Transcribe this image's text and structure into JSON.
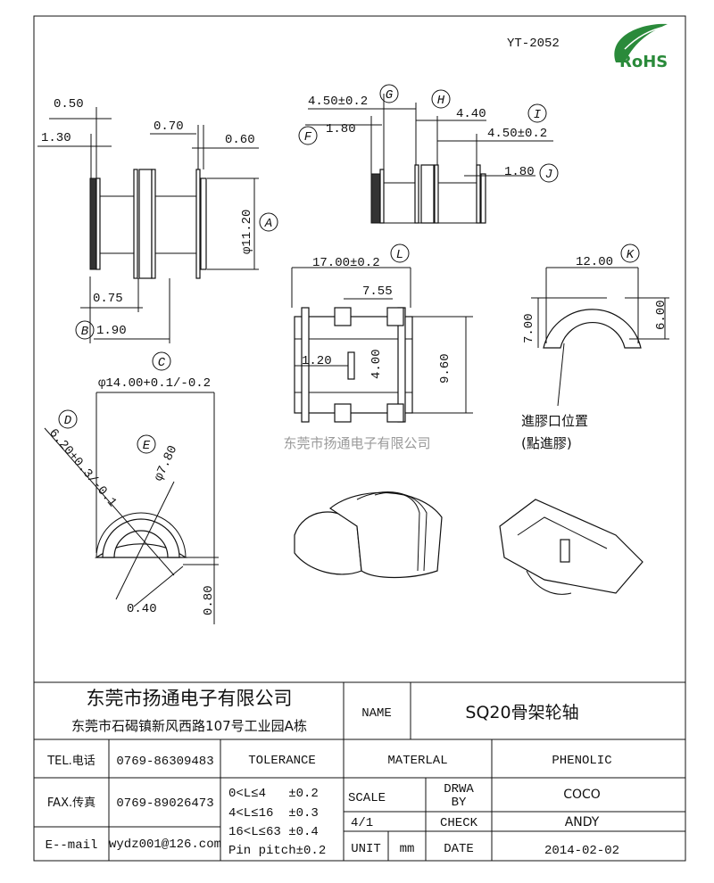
{
  "header": {
    "part_no": "YT-2052",
    "logo_text": "RoHS"
  },
  "watermark": "东莞市扬通电子有限公司",
  "dims": {
    "d050": "0.50",
    "d130": "1.30",
    "d070": "0.70",
    "d060": "0.60",
    "d1120": "φ11.20",
    "d075": "0.75",
    "d190": "1.90",
    "g": "4.50±0.2",
    "f": "1.80",
    "h": "4.40",
    "i": "4.50±0.2",
    "j": "1.80",
    "l": "17.00±0.2",
    "d755": "7.55",
    "d120": "1.20",
    "d400": "4.00",
    "d960": "9.60",
    "k": "12.00",
    "d700": "7.00",
    "d600": "6.00",
    "c": "φ14.00+0.1/-0.2",
    "d": "6.20+0.3/-0.1",
    "e": "φ7.80",
    "d040": "0.40",
    "d080": "0.80"
  },
  "labels": {
    "A": "A",
    "B": "B",
    "C": "C",
    "D": "D",
    "E": "E",
    "F": "F",
    "G": "G",
    "H": "H",
    "I": "I",
    "J": "J",
    "K": "K",
    "L": "L"
  },
  "note": {
    "line1": "進膠口位置",
    "line2": "(點進膠)"
  },
  "title_block": {
    "company": "东莞市扬通电子有限公司",
    "address": "东莞市石碣镇新风西路107号工业园A栋",
    "name_label": "NAME",
    "name_value": "SQ20骨架轮轴",
    "tel_label": "TEL.电话",
    "tel": "0769-86309483",
    "fax_label": "FAX.传真",
    "fax": "0769-89026473",
    "email_label": "E--mail",
    "email": "wydz001@126.com",
    "tolerance_label": "TOLERANCE",
    "tol1": "0<L≤4   ±0.2",
    "tol2": "4<L≤16  ±0.3",
    "tol3": "16<L≤63 ±0.4",
    "tol4": "Pin pitch±0.2",
    "material_label": "MATERLAL",
    "material": "PHENOLIC",
    "scale_label": "SCALE",
    "scale": "4/1",
    "drawn_label_1": "DRWA",
    "drawn_label_2": "BY",
    "drawn_by": "COCO",
    "check_label": "CHECK",
    "checked_by": "ANDY",
    "unit_label": "UNIT",
    "unit": "mm",
    "date_label": "DATE",
    "date": "2014-02-02"
  }
}
